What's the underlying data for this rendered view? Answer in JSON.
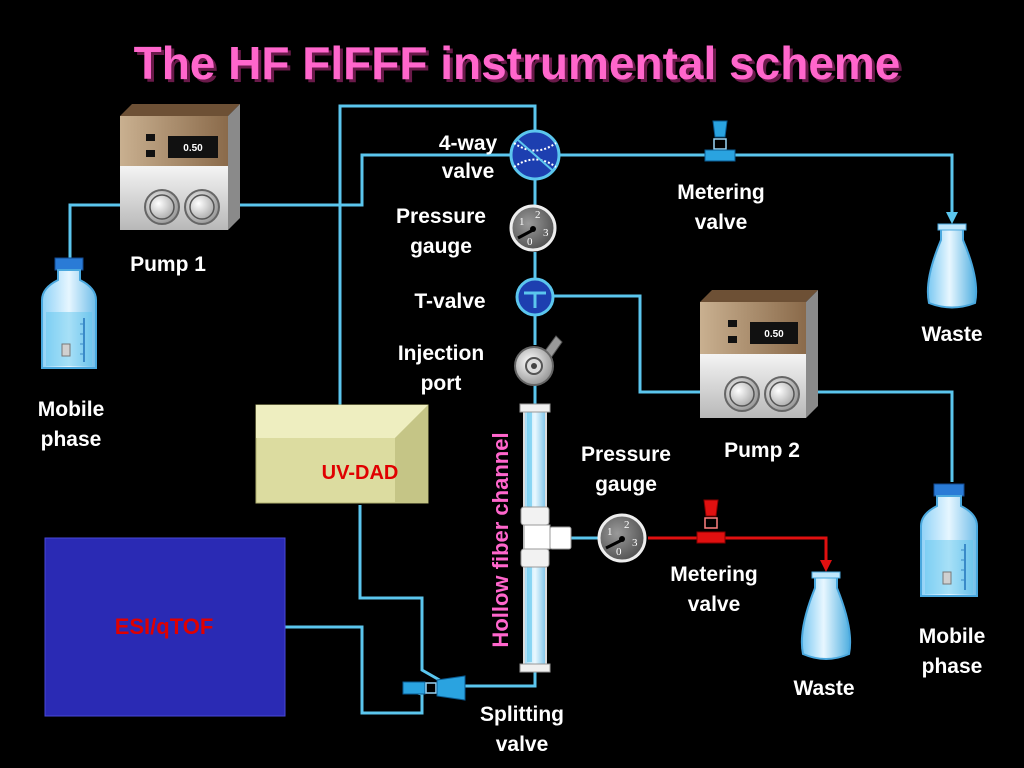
{
  "title": "The HF FlFFF instrumental scheme",
  "labels": {
    "four_way_valve": [
      "4-way",
      "valve"
    ],
    "pressure_gauge_top": [
      "Pressure",
      "gauge"
    ],
    "t_valve": "T-valve",
    "injection_port": [
      "Injection",
      "port"
    ],
    "metering_valve_top": [
      "Metering",
      "valve"
    ],
    "waste_top": "Waste",
    "pump1": "Pump 1",
    "pump2": "Pump 2",
    "mobile_phase_left": [
      "Mobile",
      "phase"
    ],
    "mobile_phase_right": [
      "Mobile",
      "phase"
    ],
    "uv_dad": "UV-DAD",
    "esi_qtof": "ESI/qTOF",
    "hollow_fiber_channel": "Hollow fiber channel",
    "pressure_gauge_bottom": [
      "Pressure",
      "gauge"
    ],
    "metering_valve_bottom": [
      "Metering",
      "valve"
    ],
    "waste_bottom": "Waste",
    "splitting_valve": [
      "Splitting",
      "valve"
    ]
  },
  "pump_display": "0.50",
  "gauge_numbers": [
    "1",
    "2",
    "3",
    "0"
  ],
  "colors": {
    "background": "#000000",
    "title": "#ff66cc",
    "tubing": "#5bc6ee",
    "tubing_red": "#e01010",
    "uv_dad_box": "#dcdca0",
    "esi_box": "#2a2ab4",
    "label_red": "#e00000"
  }
}
